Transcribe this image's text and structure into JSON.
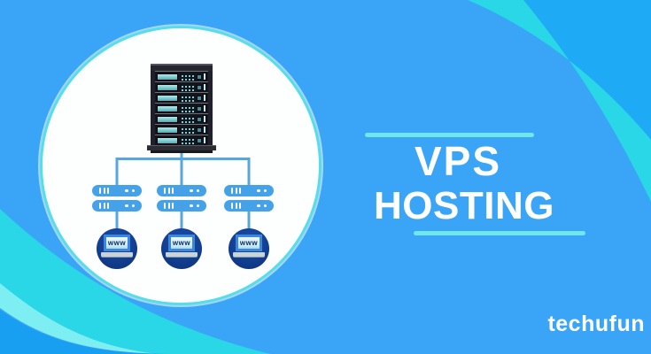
{
  "banner": {
    "type": "promotional-illustration",
    "topic": "VPS Hosting"
  },
  "title": {
    "line1": "VPS",
    "line2": "HOSTING"
  },
  "watermark": "techufun",
  "diagram": {
    "main_server": "server-rack",
    "main_server_units": 7,
    "client_nodes": [
      {
        "label": "www"
      },
      {
        "label": "www"
      },
      {
        "label": "www"
      }
    ]
  },
  "palette": {
    "background": "#3aa5f7",
    "corner_highlight": "#1faaf6",
    "swoosh": "#29d7e6",
    "swoosh_light": "#7deef2",
    "under_swoosh_blue": "#189ff2",
    "accent_line": "#70e7ec",
    "hub_circle": "#ffffff",
    "circle_ring": "#55dee9",
    "connector": "#58a7da",
    "mini_server": "#45a2e9",
    "client_circle": "#123f92",
    "title_text": "#ffffff"
  }
}
